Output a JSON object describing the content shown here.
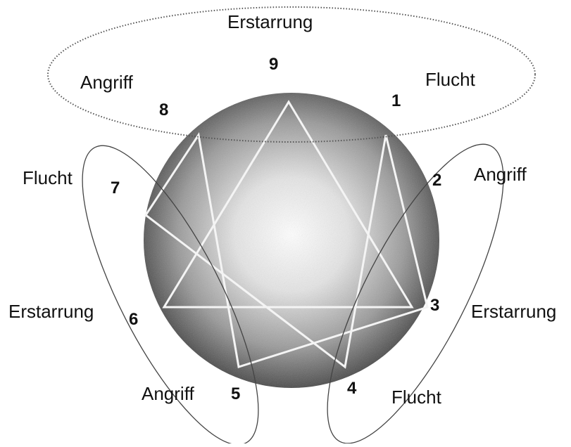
{
  "diagram": {
    "points": [
      "1",
      "2",
      "3",
      "4",
      "5",
      "6",
      "7",
      "8",
      "9"
    ],
    "groups": [
      {
        "id": "top",
        "labels": {
          "center": "Erstarrung",
          "left": "Angriff",
          "right": "Flucht"
        }
      },
      {
        "id": "left",
        "labels": {
          "top": "Flucht",
          "middle": "Erstarrung",
          "bottom": "Angriff"
        }
      },
      {
        "id": "right",
        "labels": {
          "top": "Angriff",
          "middle": "Erstarrung",
          "bottom": "Flucht"
        }
      }
    ]
  }
}
